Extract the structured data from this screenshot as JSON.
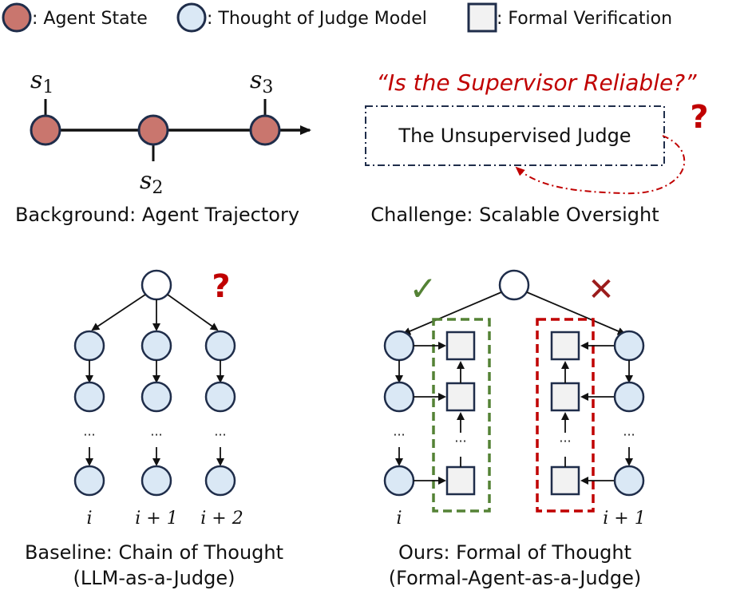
{
  "legend": {
    "agent_state": ": Agent State",
    "judge_thought": ": Thought of Judge Model",
    "formal_verification": ": Formal Verification"
  },
  "background": {
    "s1": "s",
    "s1_sub": "1",
    "s2": "s",
    "s2_sub": "2",
    "s3": "s",
    "s3_sub": "3",
    "caption": "Background: Agent Trajectory"
  },
  "challenge": {
    "quote": "“Is the Supervisor Reliable?”",
    "box_text": "The Unsupervised Judge",
    "question_mark": "?",
    "caption": "Challenge: Scalable Oversight"
  },
  "baseline": {
    "question_mark": "?",
    "ellipsis": "···",
    "col_labels": [
      "i",
      "i + 1",
      "i + 2"
    ],
    "caption_line1": "Baseline: Chain of Thought",
    "caption_line2": "(LLM-as-a-Judge)"
  },
  "ours": {
    "check": "✓",
    "cross": "✕",
    "ellipsis": "···",
    "col_labels": [
      "i",
      "i + 1"
    ],
    "caption_line1": "Ours: Formal of Thought",
    "caption_line2": "(Formal-Agent-as-a-Judge)"
  },
  "colors": {
    "agent_state": "#c9766e",
    "judge_thought": "#dae8f5",
    "verification": "#f2f2f2",
    "outline": "#1f2d4a",
    "accent_red": "#c00000",
    "accent_green": "#548235"
  }
}
